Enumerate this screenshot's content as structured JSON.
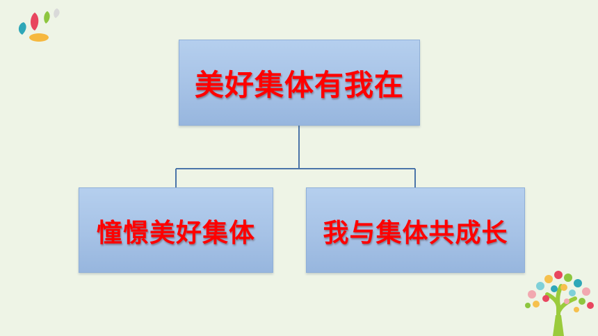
{
  "diagram": {
    "root": {
      "label": "美好集体有我在"
    },
    "children": [
      {
        "label": "憧憬美好集体"
      },
      {
        "label": "我与集体共成长"
      }
    ]
  },
  "colors": {
    "background": "#eef4e6",
    "node_fill": "#a6c2e6",
    "node_text": "#ff0000",
    "connector": "#4a74a8"
  },
  "decorations": {
    "top_left": "petals-icon",
    "bottom_right": "tree-icon"
  }
}
